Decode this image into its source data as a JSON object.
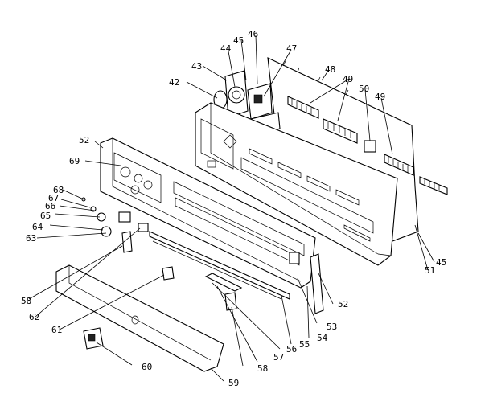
{
  "diagram": {
    "type": "exploded-parts-view",
    "callouts": [
      {
        "id": "c42",
        "label": "42"
      },
      {
        "id": "c43",
        "label": "43"
      },
      {
        "id": "c44",
        "label": "44"
      },
      {
        "id": "c45a",
        "label": "45"
      },
      {
        "id": "c46",
        "label": "46"
      },
      {
        "id": "c47",
        "label": "47"
      },
      {
        "id": "c48",
        "label": "48"
      },
      {
        "id": "c49a",
        "label": "49"
      },
      {
        "id": "c50",
        "label": "50"
      },
      {
        "id": "c49b",
        "label": "49"
      },
      {
        "id": "c52a",
        "label": "52"
      },
      {
        "id": "c69",
        "label": "69"
      },
      {
        "id": "c68",
        "label": "68"
      },
      {
        "id": "c67",
        "label": "67"
      },
      {
        "id": "c66",
        "label": "66"
      },
      {
        "id": "c65",
        "label": "65"
      },
      {
        "id": "c64",
        "label": "64"
      },
      {
        "id": "c63",
        "label": "63"
      },
      {
        "id": "c58",
        "label": "58"
      },
      {
        "id": "c62",
        "label": "62"
      },
      {
        "id": "c61",
        "label": "61"
      },
      {
        "id": "c60",
        "label": "60"
      },
      {
        "id": "c59",
        "label": "59"
      },
      {
        "id": "c55",
        "label": "55"
      },
      {
        "id": "c57",
        "label": "57"
      },
      {
        "id": "c56",
        "label": "56"
      },
      {
        "id": "c53",
        "label": "53"
      },
      {
        "id": "c54",
        "label": "54"
      },
      {
        "id": "c52b",
        "label": "52"
      },
      {
        "id": "c51",
        "label": "51"
      },
      {
        "id": "c45b",
        "label": "45"
      }
    ]
  }
}
